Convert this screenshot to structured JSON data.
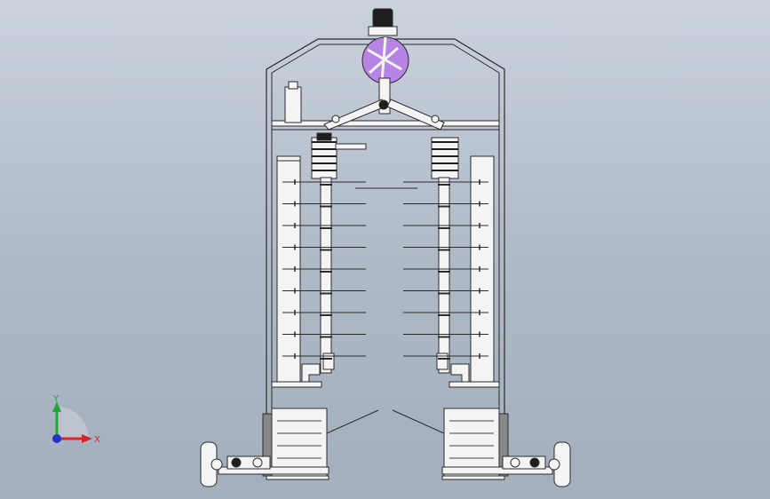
{
  "viewport": {
    "background_top": "#c9d2dd",
    "background_bottom": "#a3afbd"
  },
  "model": {
    "line_color": "#2b2b2b",
    "fill_color": "#f4f4f4",
    "accent_color": "#b784e6",
    "dark_color": "#1e1e1e",
    "row_count": 8
  },
  "triad": {
    "x_label": "X",
    "y_label": "Y",
    "x_color": "#d9252a",
    "y_color": "#22a83a",
    "z_color": "#2233cc"
  }
}
